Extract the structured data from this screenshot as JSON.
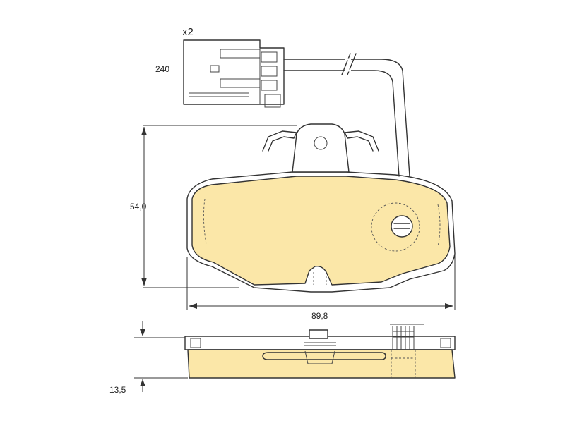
{
  "connector": {
    "quantity_label": "x2",
    "length_label": "240"
  },
  "dimensions": {
    "height_label": "54,0",
    "width_label": "89,8",
    "thickness_label": "13,5"
  },
  "colors": {
    "pad_fill": "#fbe7a8",
    "outline": "#333333"
  }
}
